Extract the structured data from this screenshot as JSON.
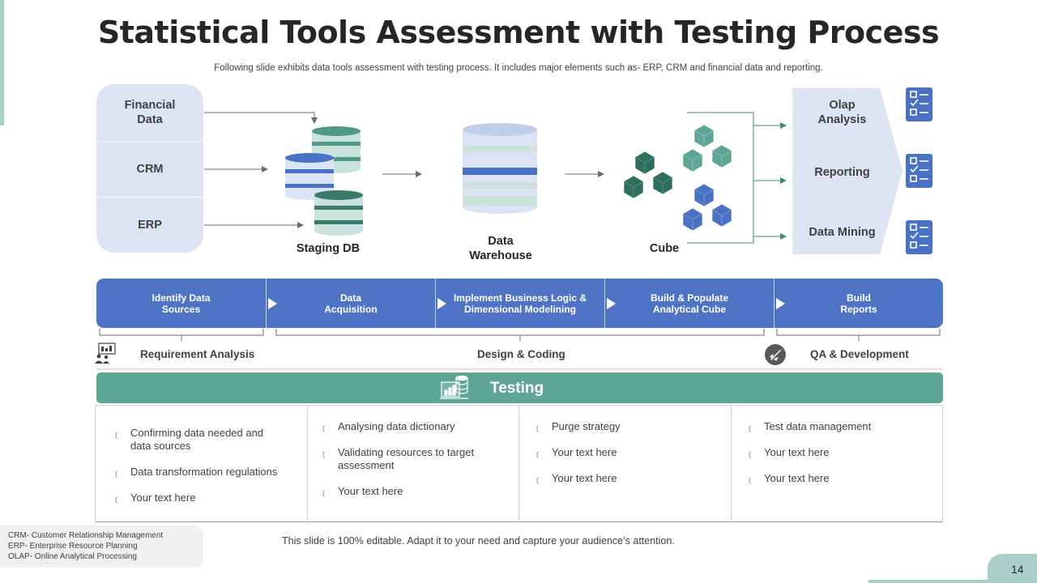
{
  "title": "Statistical Tools Assessment with Testing Process",
  "subtitle": "Following slide exhibits data tools assessment with testing process. It includes major elements such as- ERP, CRM and financial data and reporting.",
  "sources": [
    "Financial Data",
    "CRM",
    "ERP"
  ],
  "stages": {
    "staging": "Staging DB",
    "warehouse": "Data Warehouse",
    "cube": "Cube"
  },
  "outputs": [
    "Olap Analysis",
    "Reporting",
    "Data Mining"
  ],
  "process_steps": [
    "Identify Data Sources",
    "Data Acquisition",
    "Implement Business Logic & Dimensional Modelining",
    "Build & Populate Analytical Cube",
    "Build Reports"
  ],
  "phases": {
    "requirement": "Requirement Analysis",
    "design": "Design & Coding",
    "qa": "QA & Development"
  },
  "testing_label": "Testing",
  "testing_columns": [
    [
      "Confirming data needed and data sources",
      "Data transformation regulations",
      "Your text here"
    ],
    [
      "Analysing data dictionary",
      "Validating resources to target assessment",
      "Your text here"
    ],
    [
      "Purge strategy",
      "Your text here",
      "Your text here"
    ],
    [
      "Test data management",
      "Your text here",
      "Your text here"
    ]
  ],
  "legend": [
    "CRM- Customer Relationship Management",
    "ERP- Enterprise Resource Planning",
    "OLAP- Online Analytical Processing"
  ],
  "footer_note": "This slide is 100% editable. Adapt it to your need and capture your audience’s attention.",
  "page_number": "14",
  "colors": {
    "blue": "#4f74c6",
    "teal": "#5fa595",
    "light_blue": "#dce3f3",
    "light_teal": "#a9cfc8"
  },
  "icons": [
    "people-presentation-icon",
    "rocket-icon",
    "database-chart-icon",
    "checklist-icon"
  ]
}
